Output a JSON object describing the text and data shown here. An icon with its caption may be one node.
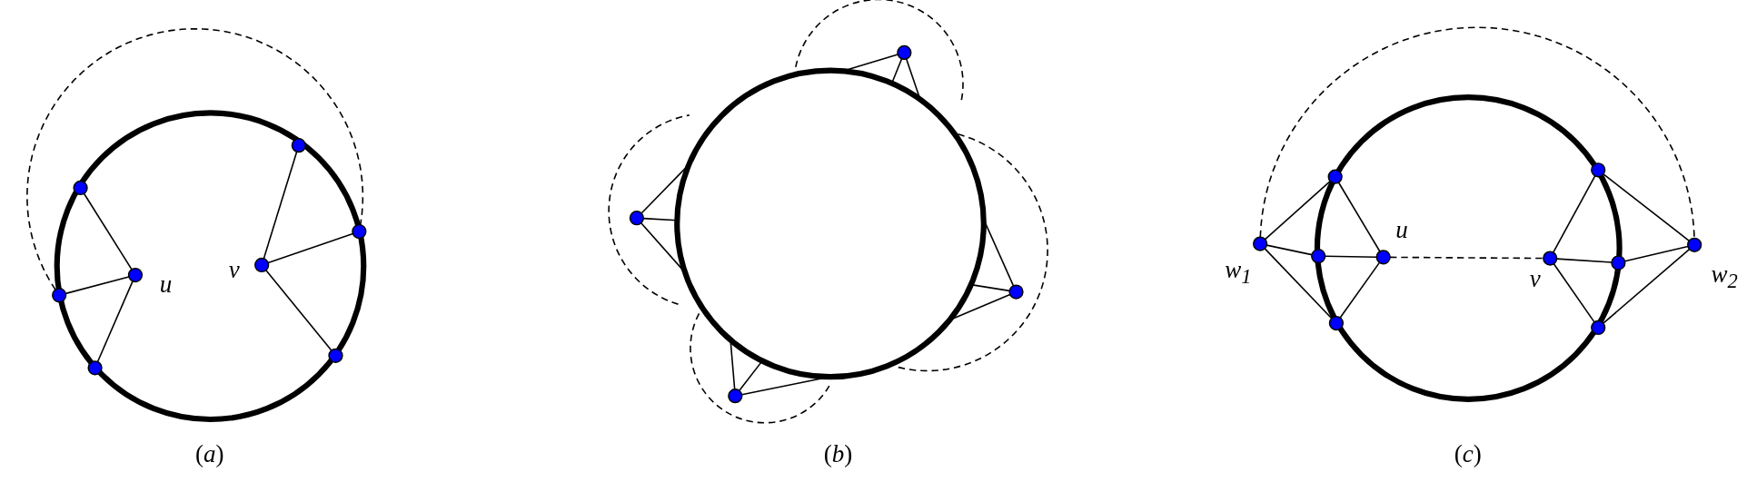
{
  "diagram": {
    "nodes": [
      {
        "text": [],
        "shape": "circle"
      },
      {
        "text": [],
        "shape": "circle"
      },
      {
        "text": [],
        "shape": "circle"
      },
      {
        "text": [],
        "shape": "circle",
        "beside": [
          "u"
        ]
      },
      {
        "text": [],
        "shape": "circle"
      },
      {
        "text": [],
        "shape": "circle"
      },
      {
        "text": [],
        "shape": "circle"
      },
      {
        "text": [],
        "shape": "circle",
        "beside": [
          "v"
        ]
      },
      {
        "text": [],
        "shape": "circle"
      },
      {
        "text": [],
        "shape": "circle"
      },
      {
        "text": [],
        "shape": "circle"
      },
      {
        "text": [],
        "shape": "circle"
      },
      {
        "text": [],
        "shape": "circle"
      },
      {
        "text": [],
        "shape": "circle",
        "beside": [
          "w$_{1}$"
        ]
      },
      {
        "text": [],
        "shape": "circle"
      },
      {
        "text": [],
        "shape": "circle"
      },
      {
        "text": [],
        "shape": "circle"
      },
      {
        "text": [],
        "shape": "circle",
        "beside": [
          "u"
        ]
      },
      {
        "text": [],
        "shape": "circle",
        "beside": [
          "v"
        ]
      },
      {
        "text": [],
        "shape": "circle"
      },
      {
        "text": [],
        "shape": "circle"
      },
      {
        "text": [],
        "shape": "circle"
      },
      {
        "text": [],
        "shape": "circle",
        "beside": [
          "w$_{2}$"
        ]
      }
    ],
    "edges": [
      {
        "from": 0,
        "to": 3,
        "arrow": "none"
      },
      {
        "from": 1,
        "to": 3,
        "arrow": "none"
      },
      {
        "from": 2,
        "to": 3,
        "arrow": "none"
      },
      {
        "from": 4,
        "to": 7,
        "arrow": "none"
      },
      {
        "from": 5,
        "to": 7,
        "arrow": "none"
      },
      {
        "from": 6,
        "to": 7,
        "arrow": "none"
      },
      {
        "from": 1,
        "to": 5,
        "arrow": "none",
        "style": "dashed"
      },
      {
        "from": 8,
        "to": 10,
        "arrow": "none"
      },
      {
        "from": 8,
        "to": 10,
        "arrow": "none"
      },
      {
        "from": 8,
        "to": 10,
        "arrow": "none"
      },
      {
        "from": 9,
        "to": 10,
        "arrow": "none"
      },
      {
        "from": 9,
        "to": 10,
        "arrow": "none"
      },
      {
        "from": 9,
        "to": 10,
        "arrow": "none"
      },
      {
        "from": 11,
        "to": 10,
        "arrow": "none"
      },
      {
        "from": 11,
        "to": 10,
        "arrow": "none"
      },
      {
        "from": 11,
        "to": 10,
        "arrow": "none"
      },
      {
        "from": 12,
        "to": 10,
        "arrow": "none"
      },
      {
        "from": 12,
        "to": 10,
        "arrow": "none"
      },
      {
        "from": 12,
        "to": 10,
        "arrow": "none"
      },
      {
        "from": 13,
        "to": 14,
        "arrow": "none"
      },
      {
        "from": 13,
        "to": 15,
        "arrow": "none"
      },
      {
        "from": 13,
        "to": 16,
        "arrow": "none"
      },
      {
        "from": 15,
        "to": 17,
        "arrow": "none"
      },
      {
        "from": 14,
        "to": 17,
        "arrow": "none"
      },
      {
        "from": 16,
        "to": 17,
        "arrow": "none"
      },
      {
        "from": 17,
        "to": 18,
        "arrow": "none",
        "style": "dashed"
      },
      {
        "from": 18,
        "to": 19,
        "arrow": "none"
      },
      {
        "from": 18,
        "to": 20,
        "arrow": "none"
      },
      {
        "from": 18,
        "to": 21,
        "arrow": "none"
      },
      {
        "from": 19,
        "to": 22,
        "arrow": "none"
      },
      {
        "from": 20,
        "to": 22,
        "arrow": "none"
      },
      {
        "from": 21,
        "to": 22,
        "arrow": "none"
      },
      {
        "from": 13,
        "to": 22,
        "arrow": "none",
        "style": "dashed"
      }
    ],
    "labels": [
      "(*a*)",
      "(*b*)",
      "(*c*)"
    ]
  }
}
